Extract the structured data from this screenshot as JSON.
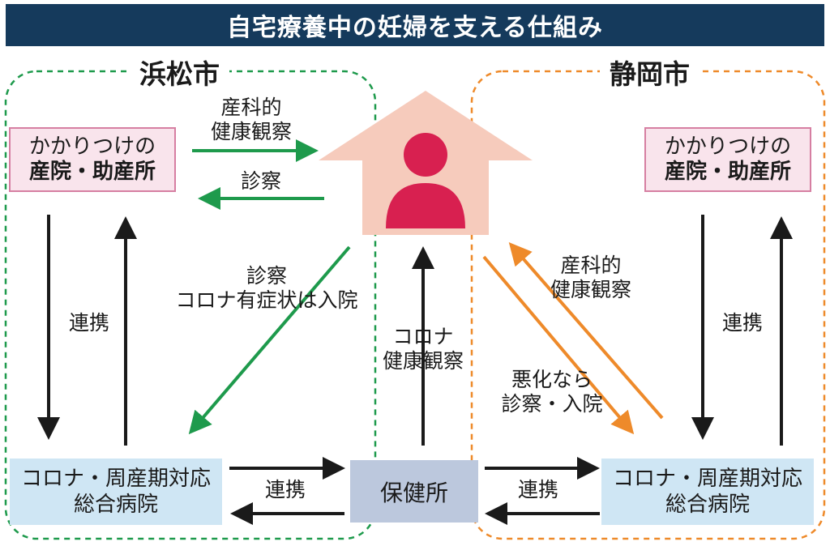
{
  "title": "自宅療養中の妊婦を支える仕組み",
  "cities": {
    "left": "浜松市",
    "right": "静岡市"
  },
  "clinic": {
    "line1": "かかりつけの",
    "line2": "産院・助産所"
  },
  "hospital": {
    "line1": "コロナ・周産期対応",
    "line2": "総合病院"
  },
  "health_center": "保健所",
  "labels": {
    "obstetric_health_obs": [
      "産科的",
      "健康観察"
    ],
    "consultation": "診察",
    "consult_admit": [
      "診察",
      "コロナ有症状は入院"
    ],
    "cooperation": "連携",
    "corona_health_obs": [
      "コロナ",
      "健康観察"
    ],
    "worsen_admit": [
      "悪化なら",
      "診察・入院"
    ]
  },
  "colors": {
    "title_bg": "#153a5c",
    "green": "#1e9a4c",
    "orange": "#ee8a2a",
    "black": "#1a1a1a",
    "house": "#f6cbbc",
    "person": "#d82050",
    "clinic_fill": "#f9e4ec",
    "clinic_border": "#d67fa2",
    "hospital_fill": "#cfe6f4",
    "health_center_fill": "#bcc8dd"
  },
  "icons": {
    "center": "pregnant-woman-at-home-icon"
  }
}
